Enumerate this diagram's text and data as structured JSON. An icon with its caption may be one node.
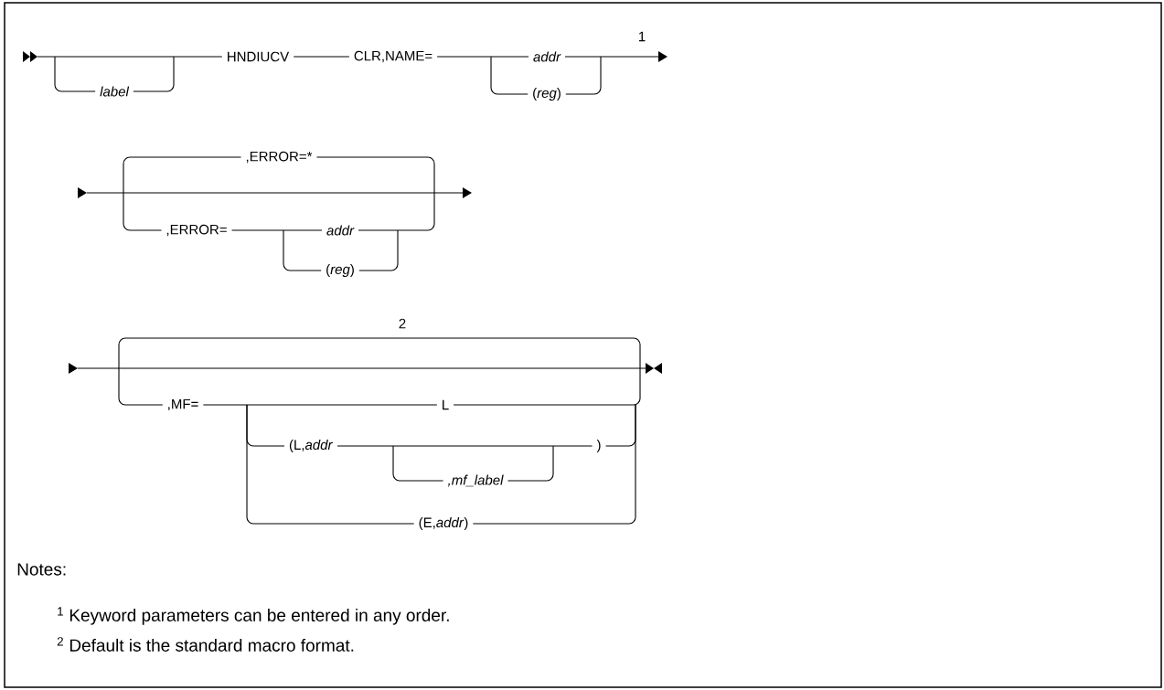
{
  "diagram": {
    "labels": [
      "label",
      "HNDIUCV",
      "CLR,NAME=",
      "addr",
      "(*reg*)",
      "1",
      ",ERROR=*",
      ",ERROR=",
      "addr",
      "(*reg*)",
      "2",
      ",MF=",
      "L",
      "(L,*addr*",
      ")",
      ",mf_label",
      "(E,*addr*)",
      "Notes:",
      "$^{1}$ Keyword parameters can be entered in any order.",
      "$^{2}$ Default is the standard macro format."
    ]
  }
}
